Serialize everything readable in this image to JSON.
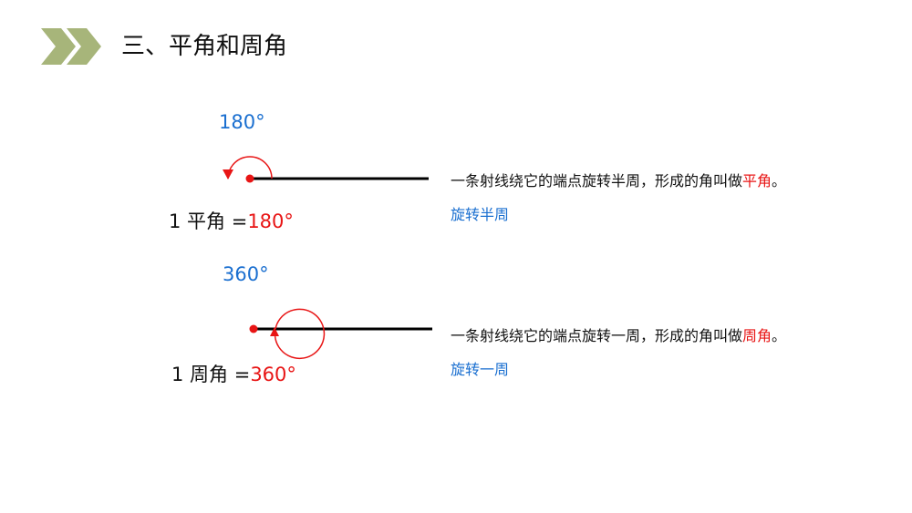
{
  "title": "三、平角和周角",
  "colors": {
    "chevron": "#a7b57a",
    "blue": "#1a6fd0",
    "red": "#e81515",
    "text": "#111111"
  },
  "straight_angle": {
    "degree_label": "180°",
    "equation_prefix": "1 平角 =",
    "equation_value": "180°",
    "description_prefix": "一条射线绕它的端点旋转半周，形成的角叫做",
    "description_term": "平角",
    "description_suffix": "。",
    "rotation_label": "旋转半周"
  },
  "full_angle": {
    "degree_label": "360°",
    "equation_prefix": "1 周角 =",
    "equation_value": "360°",
    "description_prefix": "一条射线绕它的端点旋转一周，形成的角叫做",
    "description_term": "周角",
    "description_suffix": "。",
    "rotation_label": "旋转一周"
  }
}
